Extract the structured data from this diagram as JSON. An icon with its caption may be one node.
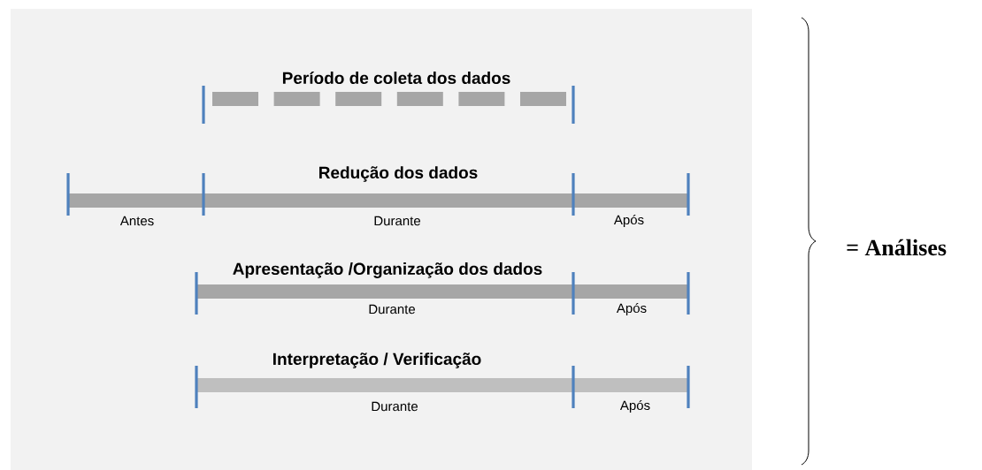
{
  "diagram": {
    "labels": [
      "Período de coleta dos dados",
      "Redução dos dados",
      "Antes",
      "Durante",
      "Após",
      "Apresentação /Organização dos dados",
      "Durante",
      "Após",
      "Interpretação / Verificação",
      "Durante",
      "Após",
      "= Análises"
    ]
  }
}
